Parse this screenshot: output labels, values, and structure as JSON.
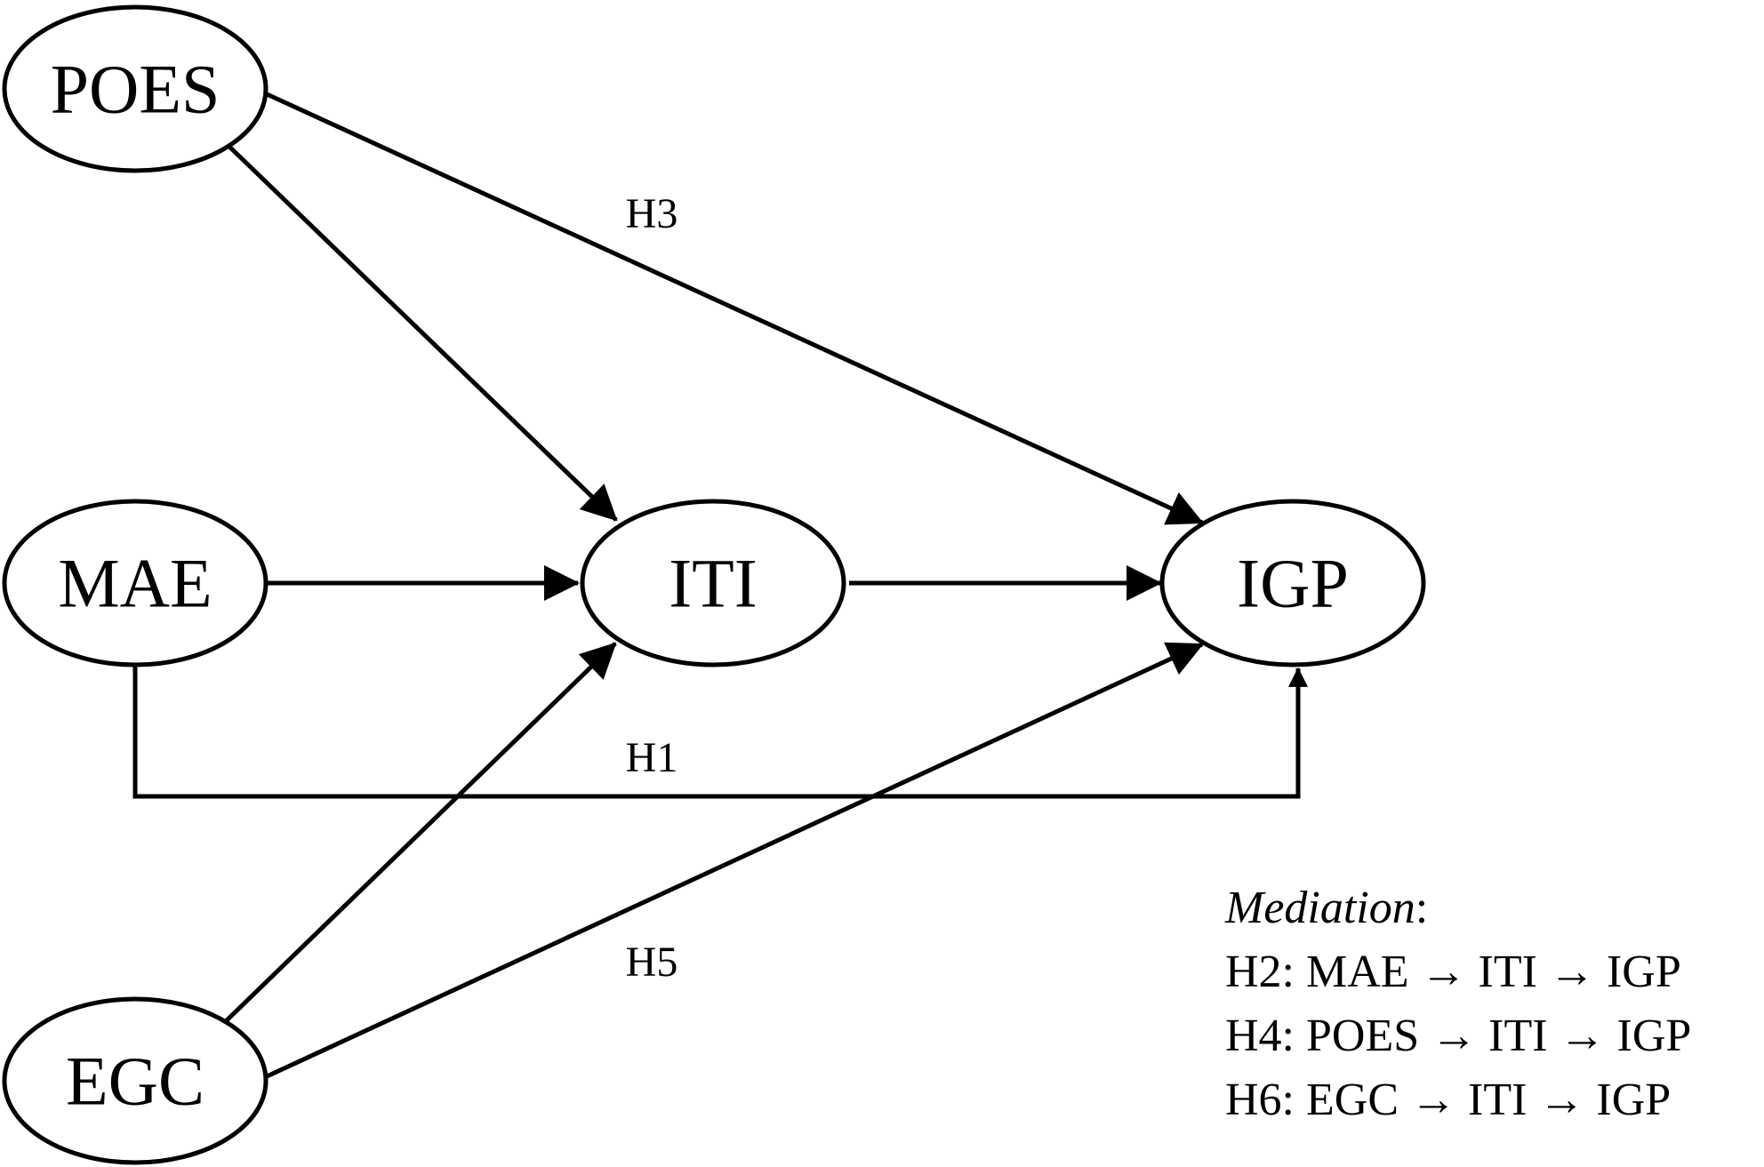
{
  "nodes": {
    "poes": "POES",
    "mae": "MAE",
    "egc": "EGC",
    "iti": "ITI",
    "igp": "IGP"
  },
  "edge_labels": {
    "h1": "H1",
    "h3": "H3",
    "h5": "H5"
  },
  "legend": {
    "title": "Mediation",
    "title_suffix": ":",
    "items": [
      "H2: MAE → ITI → IGP",
      "H4: POES → ITI → IGP",
      "H6: EGC → ITI → IGP"
    ]
  },
  "colors": {
    "stroke": "#000000",
    "background": "#ffffff"
  }
}
